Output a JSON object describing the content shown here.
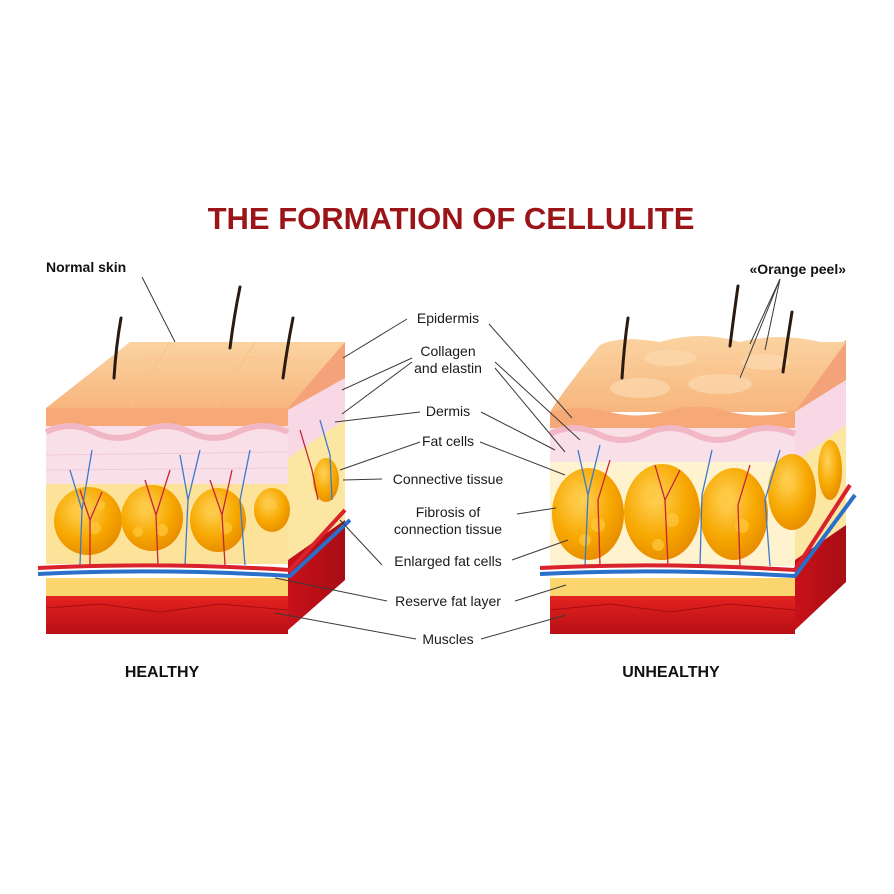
{
  "title": "THE FORMATION OF CELLULITE",
  "corner_labels": {
    "normal_skin": "Normal skin",
    "orange_peel": "«Orange peel»"
  },
  "captions": {
    "healthy": "HEALTHY",
    "unhealthy": "UNHEALTHY"
  },
  "labels": {
    "epidermis": "Epidermis",
    "collagen_line1": "Collagen",
    "collagen_line2": "and elastin",
    "dermis": "Dermis",
    "fat_cells": "Fat cells",
    "connective_tissue": "Connective tissue",
    "fibrosis_line1": "Fibrosis of",
    "fibrosis_line2": "connection tissue",
    "enlarged_fat_cells": "Enlarged fat cells",
    "reserve_fat_layer": "Reserve fat layer",
    "muscles": "Muscles"
  },
  "colors": {
    "title": "#9b1418",
    "epidermis_top": "#fbc88e",
    "epidermis_front": "#f6a877",
    "dermis": "#f7dbe6",
    "fat_cell": "#f5a000",
    "fat_background": "#fde39a",
    "muscle": "#d8141c",
    "artery": "#d9222b",
    "vein": "#2a6fc9"
  }
}
